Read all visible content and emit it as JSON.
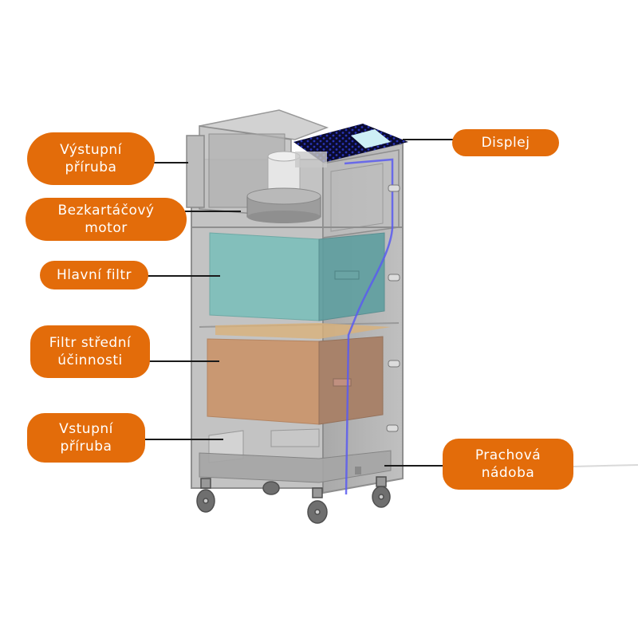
{
  "diagram": {
    "subject": "Průmyslový odsavač / čistička vzduchu s filtry",
    "accent_color": "#e36c0a",
    "label_text_color": "#ffffff",
    "leader_color": "#1a1a1a",
    "callouts": [
      {
        "id": "vystupni-priruba",
        "text": "Výstupní\npříruba",
        "side": "left",
        "points_to": "outlet flange"
      },
      {
        "id": "bezkartacovy-motor",
        "text": "Bezkartáčový\nmotor",
        "side": "left",
        "points_to": "brushless motor"
      },
      {
        "id": "hlavni-filtr",
        "text": "Hlavní filtr",
        "side": "left",
        "points_to": "main filter"
      },
      {
        "id": "filtr-stredni-ucinnosti",
        "text": "Filtr střední\núčinnosti",
        "side": "left",
        "points_to": "medium-efficiency filter"
      },
      {
        "id": "vstupni-priruba",
        "text": "Vstupní\npříruba",
        "side": "left",
        "points_to": "inlet flange"
      },
      {
        "id": "displej",
        "text": "Displej",
        "side": "right",
        "points_to": "display panel"
      },
      {
        "id": "prachova-nadoba",
        "text": "Prachová\nnádoba",
        "side": "right",
        "points_to": "dust container"
      }
    ],
    "components": {
      "main_filter_color": "#7fbfbb",
      "medium_filter_color": "#c99872",
      "display_panel_color": "#0a0a2e",
      "display_screen_color": "#cdeff5",
      "cabinet_color": "#a9a9a9",
      "cable_color": "#5a5cf0"
    }
  }
}
